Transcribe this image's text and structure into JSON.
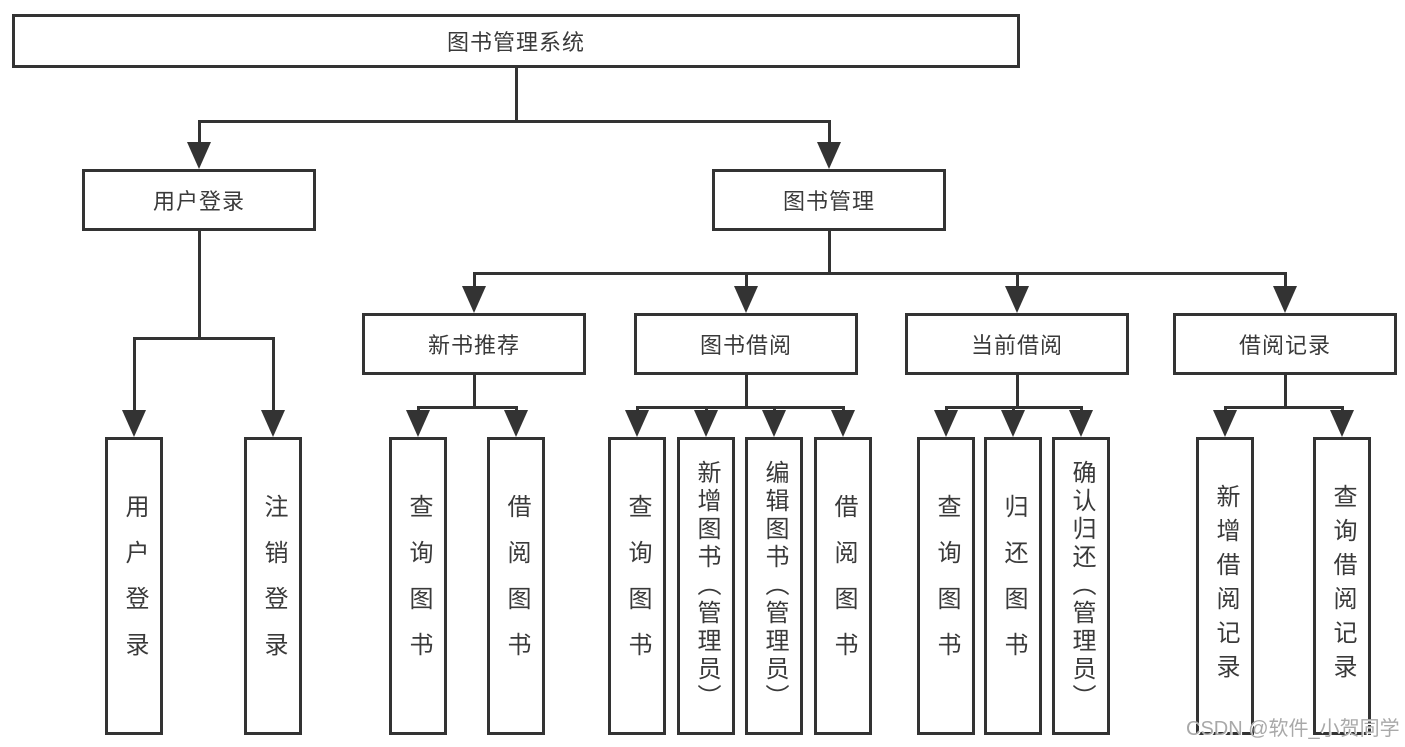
{
  "colors": {
    "line": "#333333",
    "box-bg": "#ffffff",
    "text": "#3a3a3a",
    "watermark": "#a9a9a9"
  },
  "watermark": "CSDN @软件_小贺同学",
  "tree": {
    "root": "图书管理系统",
    "children": [
      {
        "label": "用户登录",
        "children": [
          "用户登录",
          "注销登录"
        ]
      },
      {
        "label": "图书管理",
        "children": [
          {
            "label": "新书推荐",
            "children": [
              "查询图书",
              "借阅图书"
            ]
          },
          {
            "label": "图书借阅",
            "children": [
              "查询图书",
              "新增图书（管理员）",
              "编辑图书（管理员）",
              "借阅图书"
            ]
          },
          {
            "label": "当前借阅",
            "children": [
              "查询图书",
              "归还图书",
              "确认归还（管理员）"
            ]
          },
          {
            "label": "借阅记录",
            "children": [
              "新增借阅记录",
              "查询借阅记录"
            ]
          }
        ]
      }
    ]
  }
}
